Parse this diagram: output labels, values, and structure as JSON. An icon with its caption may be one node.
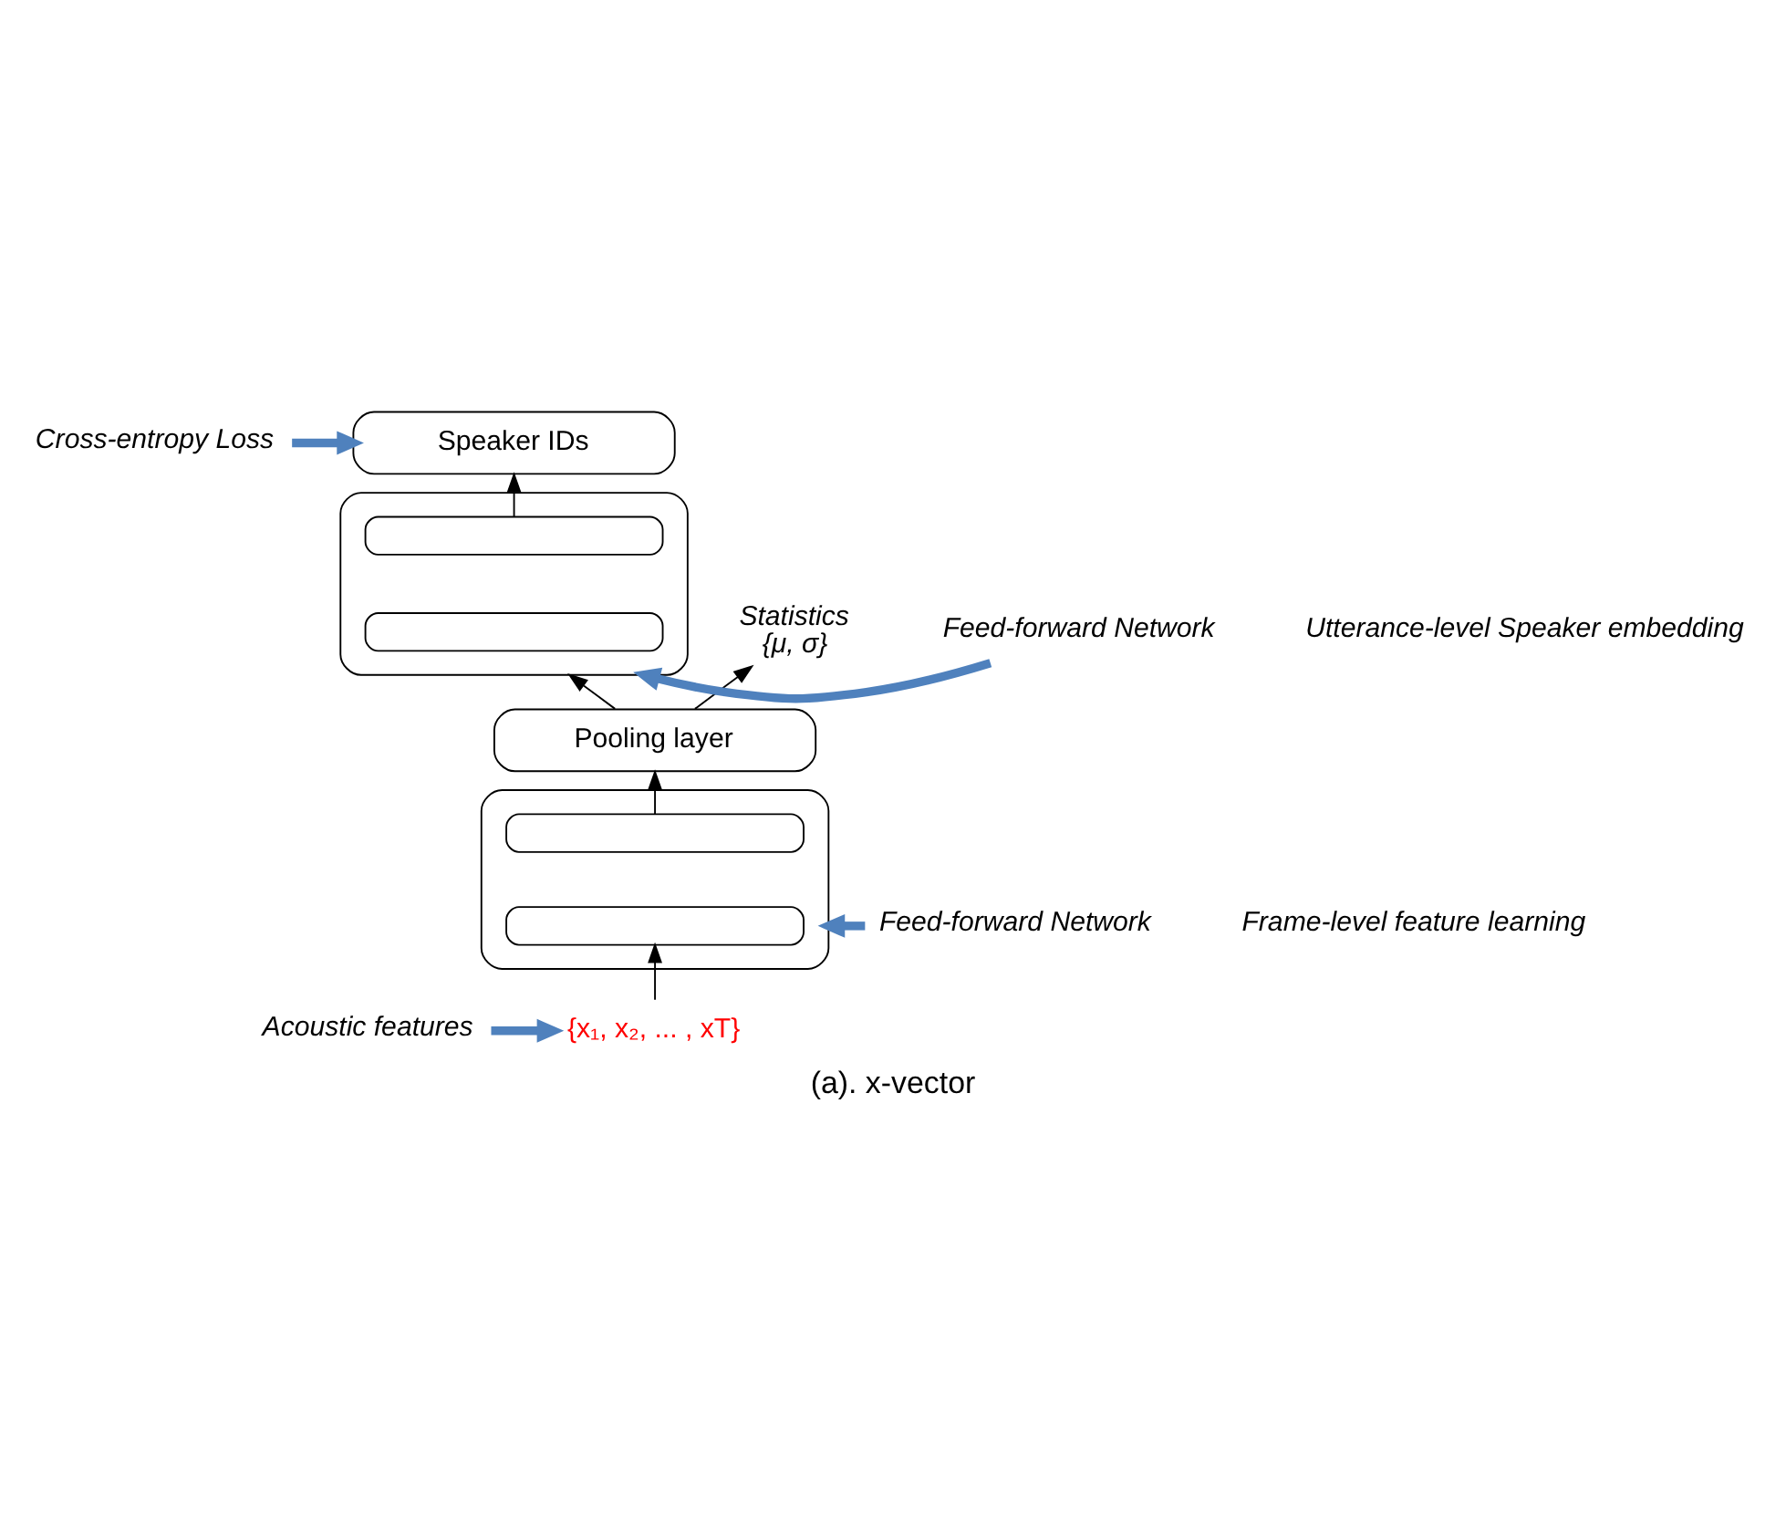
{
  "diagram": {
    "caption": "(a). x-vector",
    "nodes": [
      {
        "text": [
          "Speaker IDs"
        ]
      },
      {
        "text": [],
        "shape": "box"
      },
      {
        "text": [],
        "shape": "bar",
        "in": 1
      },
      {
        "text": [],
        "shape": "bar",
        "in": 1
      },
      {
        "text": [
          "Pooling layer"
        ]
      },
      {
        "text": [],
        "shape": "box"
      },
      {
        "text": [],
        "shape": "bar",
        "in": 5
      },
      {
        "text": [],
        "shape": "bar",
        "in": 5
      },
      {
        "text": [
          "{x₁, x₂, ... , xT}"
        ]
      },
      {
        "text": [
          "Statistics",
          "{μ, σ}"
        ]
      },
      {
        "text": [
          "Cross-entropy Loss"
        ]
      },
      {
        "text": [
          "Feed-forward Network"
        ]
      },
      {
        "text": [
          "Feed-forward Network"
        ]
      },
      {
        "text": [
          "Acoustic features"
        ]
      }
    ],
    "edges": [
      {
        "from": 8,
        "to": 7,
        "arrow": "to"
      },
      {
        "from": 6,
        "to": 4,
        "arrow": "to"
      },
      {
        "from": 4,
        "to": 1,
        "arrow": "to"
      },
      {
        "from": 4,
        "to": 9,
        "arrow": "to"
      },
      {
        "from": 2,
        "to": 0,
        "arrow": "to"
      },
      {
        "from": 10,
        "to": 0,
        "arrow": "to",
        "style": "thick",
        "color": "#4f81bd"
      },
      {
        "from": 11,
        "to": 1,
        "arrow": "to",
        "style": "thick",
        "color": "#4f81bd"
      },
      {
        "from": 12,
        "to": 5,
        "arrow": "to",
        "style": "thick",
        "color": "#4f81bd"
      },
      {
        "from": 13,
        "to": 8,
        "arrow": "to",
        "style": "thick",
        "color": "#4f81bd"
      }
    ],
    "labels": [
      "Utterance-level Speaker embedding",
      "Frame-level feature learning"
    ]
  }
}
